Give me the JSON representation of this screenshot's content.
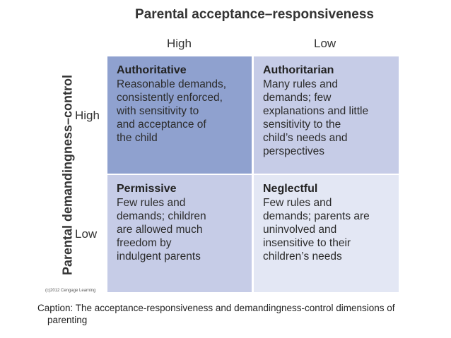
{
  "diagram": {
    "title": "Parental acceptance–responsiveness",
    "columns": [
      "High",
      "Low"
    ],
    "vertical_title": "Parental demandingness–control",
    "rows": [
      "High",
      "Low"
    ],
    "cells": [
      {
        "title": "Authoritative",
        "lines": [
          "Reasonable demands,",
          "consistently enforced,",
          "with sensitivity to",
          "and acceptance of",
          "the child"
        ]
      },
      {
        "title": "Authoritarian",
        "lines": [
          "Many rules and",
          "demands; few",
          "explanations and little",
          "sensitivity to the",
          "child’s needs and",
          "perspectives"
        ]
      },
      {
        "title": "Permissive",
        "lines": [
          "Few rules and",
          "demands; children",
          "are allowed much",
          "freedom by",
          "indulgent parents"
        ]
      },
      {
        "title": "Neglectful",
        "lines": [
          "Few rules and",
          "demands; parents are",
          "uninvolved and",
          "insensitive to their",
          "children’s needs"
        ]
      }
    ],
    "credit": "(c)2012 Cengage Learning"
  },
  "caption": "Caption: The acceptance-responsiveness and demandingness-control dimensions of parenting",
  "colors": {
    "cell_authoritative": "#8fa1cf",
    "cell_authoritarian": "#c6cce7",
    "cell_permissive": "#c6cce7",
    "cell_neglectful": "#e3e7f4"
  }
}
